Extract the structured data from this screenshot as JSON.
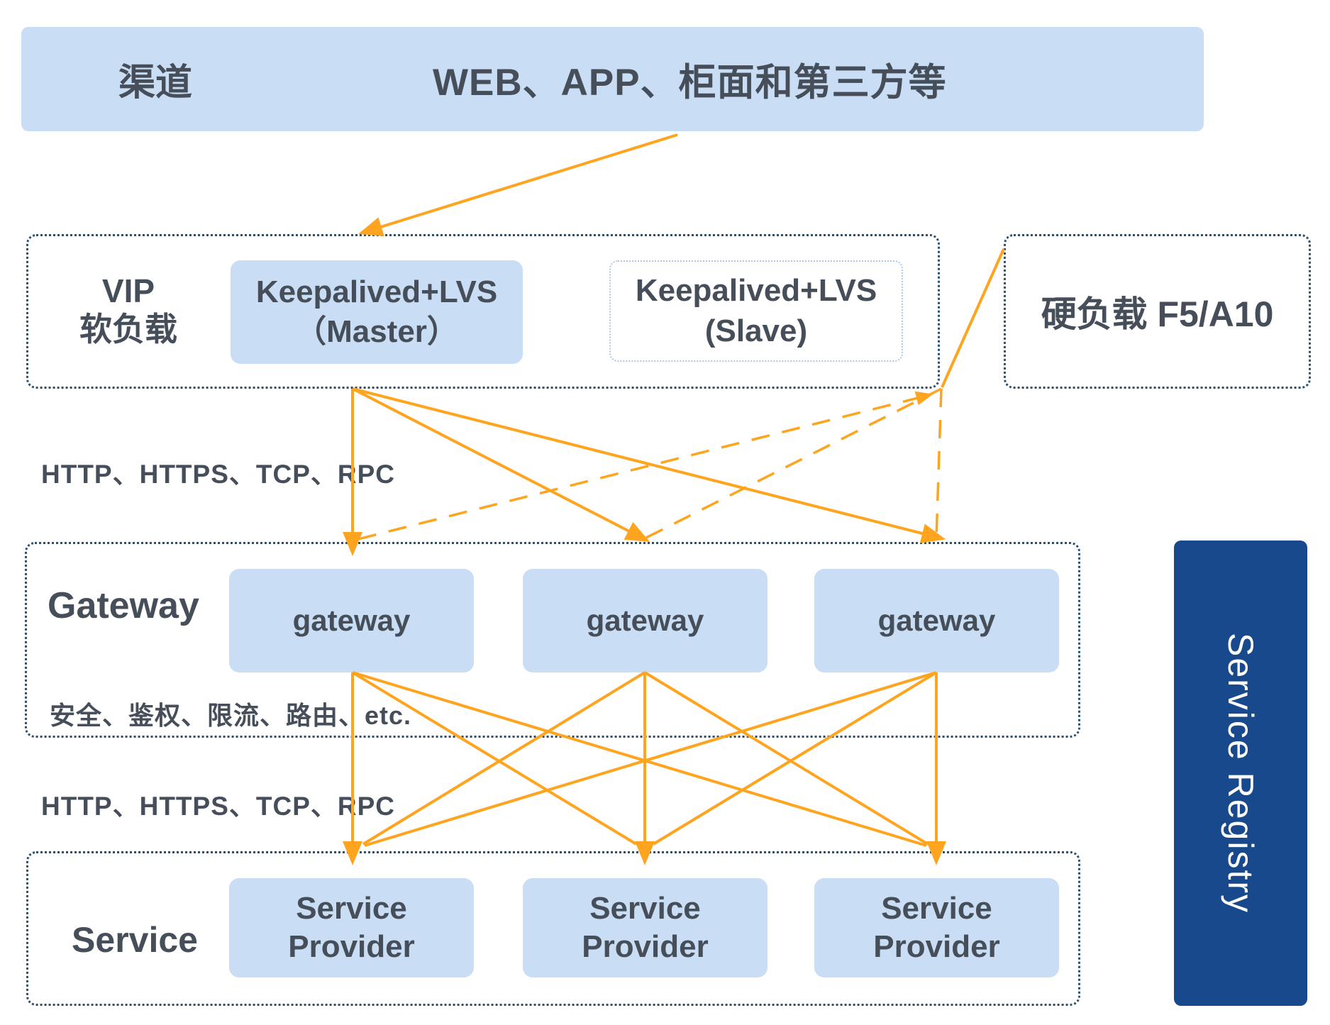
{
  "colors": {
    "node_fill": "#c9ddf4",
    "border_navy": "#2e506f",
    "slave_border": "#a9c9e8",
    "arrow_orange": "#ffa41e",
    "text_slate": "#454e59",
    "registry_navy": "#17498c",
    "background": "#ffffff"
  },
  "channel_band": {
    "label": "渠道",
    "content": "WEB、APP、柜面和第三方等"
  },
  "vip": {
    "title_line1": "VIP",
    "title_line2": "软负载",
    "master": {
      "line1": "Keepalived+LVS",
      "line2": "（Master）"
    },
    "slave": {
      "line1": "Keepalived+LVS",
      "line2": "(Slave)"
    }
  },
  "hard_lb": {
    "label": "硬负载 F5/A10"
  },
  "labels": {
    "protocol_top": "HTTP、HTTPS、TCP、RPC",
    "protocol_bottom": "HTTP、HTTPS、TCP、RPC",
    "gateway_features": "安全、鉴权、限流、路由、etc."
  },
  "gateway": {
    "title": "Gateway",
    "nodes": [
      "gateway",
      "gateway",
      "gateway"
    ]
  },
  "service": {
    "title": "Service",
    "nodes": [
      {
        "line1": "Service",
        "line2": "Provider"
      },
      {
        "line1": "Service",
        "line2": "Provider"
      },
      {
        "line1": "Service",
        "line2": "Provider"
      }
    ]
  },
  "registry": {
    "label": "Service Registry"
  }
}
